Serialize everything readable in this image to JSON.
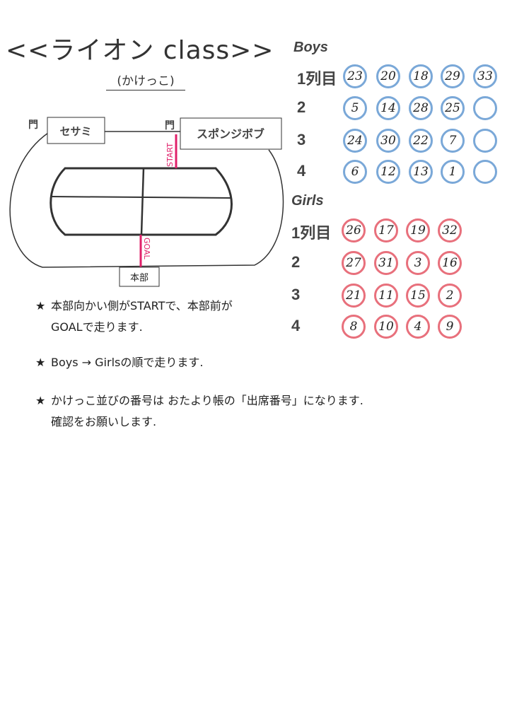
{
  "title": "<<ライオン class>>",
  "subtitle": "(かけっこ)",
  "diagram": {
    "gate1": "門",
    "gate2": "門",
    "box_left": "セサミ",
    "box_right": "スポンジボブ",
    "start": "START",
    "goal": "GOAL",
    "hq": "本部"
  },
  "boys": {
    "label": "Boys",
    "rows": [
      {
        "label": "1列目",
        "nums": [
          "23",
          "20",
          "18",
          "29",
          "33"
        ]
      },
      {
        "label": "2",
        "nums": [
          "5",
          "14",
          "28",
          "25",
          ""
        ]
      },
      {
        "label": "3",
        "nums": [
          "24",
          "30",
          "22",
          "7",
          ""
        ]
      },
      {
        "label": "4",
        "nums": [
          "6",
          "12",
          "13",
          "1",
          ""
        ]
      }
    ]
  },
  "girls": {
    "label": "Girls",
    "rows": [
      {
        "label": "1列目",
        "nums": [
          "26",
          "17",
          "19",
          "32"
        ]
      },
      {
        "label": "2",
        "nums": [
          "27",
          "31",
          "3",
          "16"
        ]
      },
      {
        "label": "3",
        "nums": [
          "21",
          "11",
          "15",
          "2"
        ]
      },
      {
        "label": "4",
        "nums": [
          "8",
          "10",
          "4",
          "9"
        ]
      }
    ]
  },
  "notes": [
    {
      "lines": [
        "本部向かい側がSTARTで、本部前が",
        "GOALで走ります."
      ]
    },
    {
      "lines": [
        "Boys → Girlsの順で走ります."
      ]
    },
    {
      "lines": [
        "かけっこ並びの番号は おたより帳の「出席番号」になります.",
        "確認をお願いします."
      ]
    }
  ],
  "star": "★",
  "colors": {
    "boys": "#7aa8d8",
    "girls": "#e8707c",
    "start_goal": "#e0206a"
  }
}
